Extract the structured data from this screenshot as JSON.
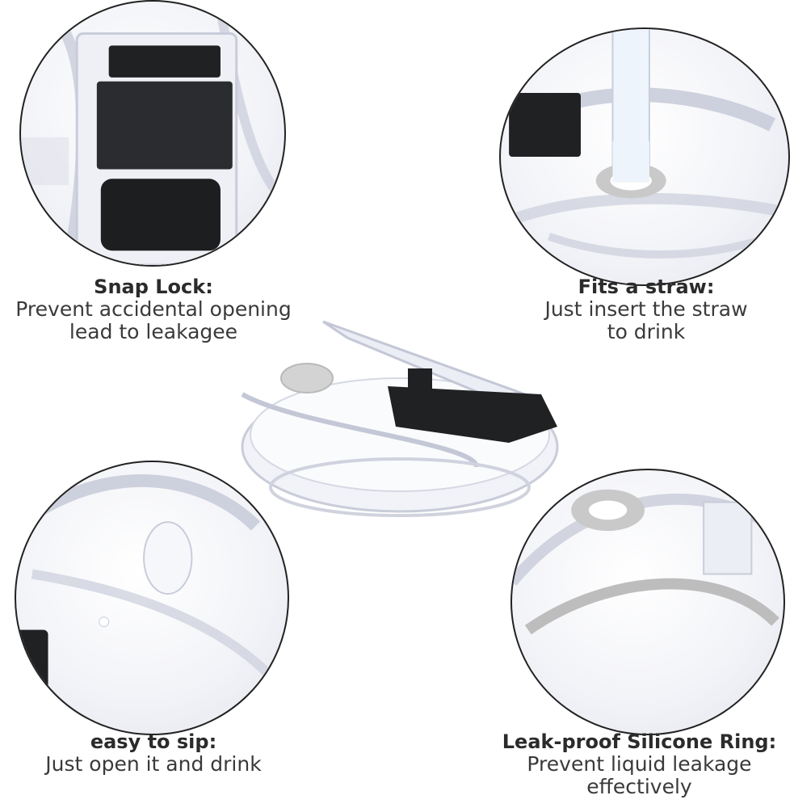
{
  "features": [
    {
      "title": "Snap Lock:",
      "lines": [
        "Prevent accidental opening",
        "lead to leakagee"
      ]
    },
    {
      "title": "Fits a straw:",
      "lines": [
        "Just insert the straw",
        "to drink"
      ]
    },
    {
      "title": "easy to sip:",
      "lines": [
        "Just open it and drink"
      ]
    },
    {
      "title": "Leak-proof Silicone Ring:",
      "lines": [
        "Prevent liquid leakage",
        "effectively"
      ]
    }
  ],
  "colors": {
    "clip": "#1f2123",
    "plastic_edge": "#bfc3d2",
    "silicone": "#c9c9c9",
    "text": "#333333"
  }
}
